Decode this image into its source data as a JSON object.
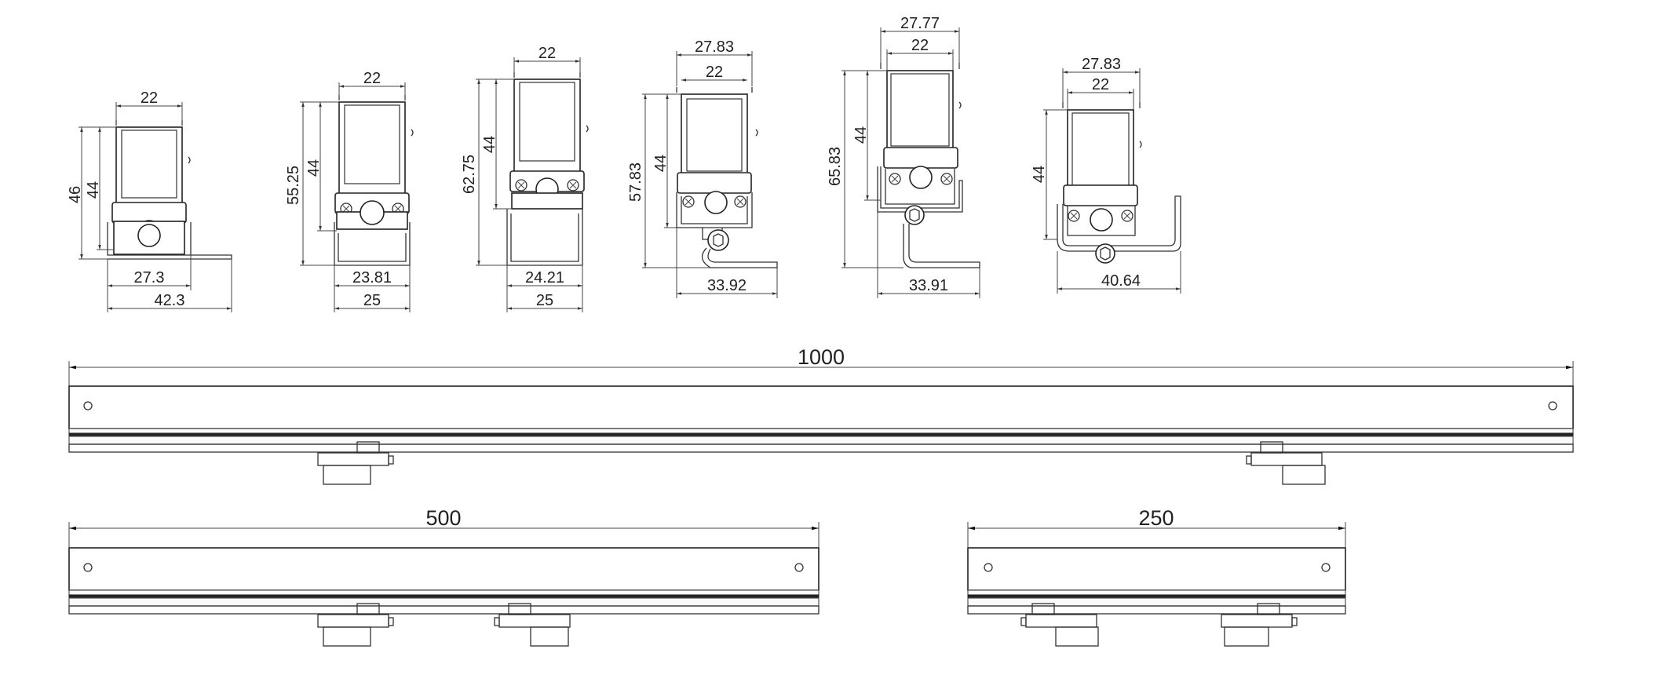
{
  "profiles": [
    {
      "id": "p1",
      "dims": [
        "22",
        "46",
        "44",
        "27.3",
        "42.3"
      ]
    },
    {
      "id": "p2",
      "dims": [
        "22",
        "55.25",
        "44",
        "23.81",
        "25"
      ]
    },
    {
      "id": "p3",
      "dims": [
        "22",
        "62.75",
        "44",
        "24.21",
        "25"
      ]
    },
    {
      "id": "p4",
      "dims": [
        "27.83",
        "22",
        "57.83",
        "44",
        "33.92"
      ]
    },
    {
      "id": "p5",
      "dims": [
        "27.77",
        "22",
        "65.83",
        "44",
        "33.91"
      ]
    },
    {
      "id": "p6",
      "dims": [
        "27.83",
        "22",
        "44",
        "40.64"
      ]
    }
  ],
  "lengths": {
    "long": "1000",
    "medium": "500",
    "short": "250"
  }
}
